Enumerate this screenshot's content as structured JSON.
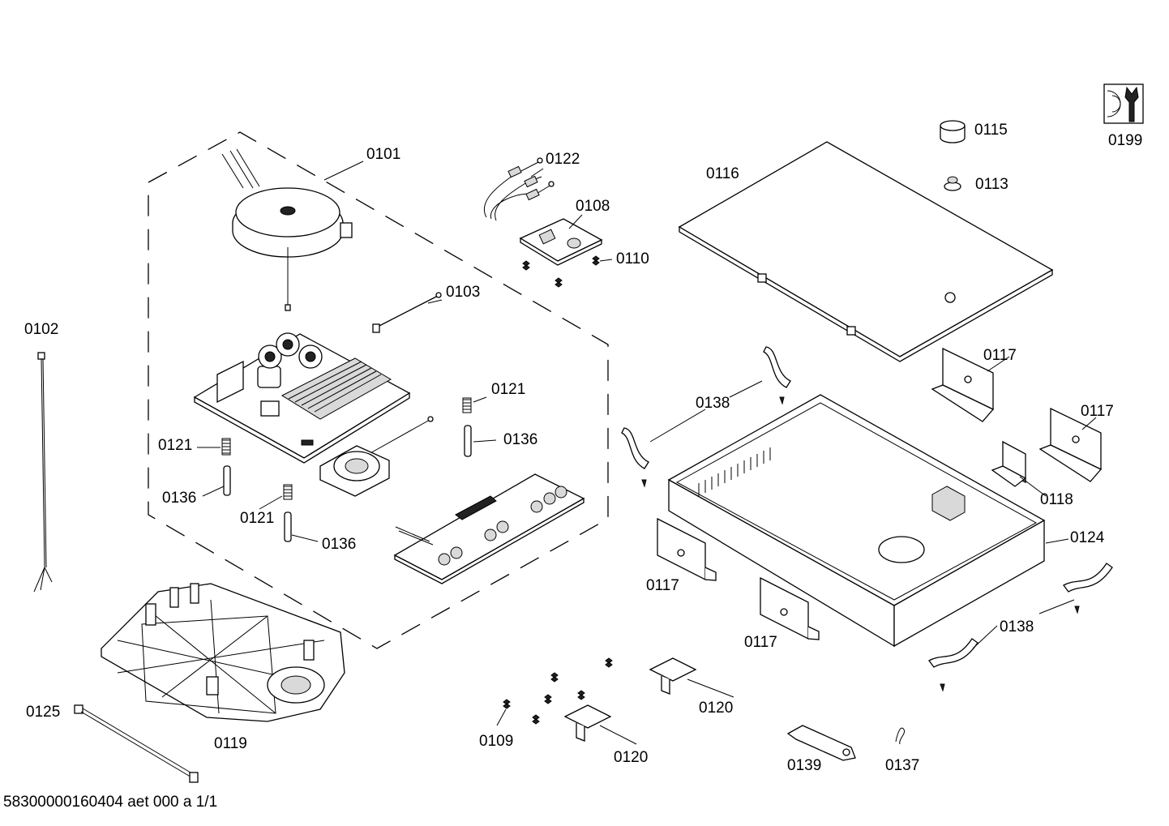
{
  "labels": {
    "p0101": "0101",
    "p0102": "0102",
    "p0103": "0103",
    "p0108": "0108",
    "p0109": "0109",
    "p0110": "0110",
    "p0113": "0113",
    "p0115": "0115",
    "p0116": "0116",
    "p0117a": "0117",
    "p0117b": "0117",
    "p0117c": "0117",
    "p0117d": "0117",
    "p0118": "0118",
    "p0119": "0119",
    "p0120a": "0120",
    "p0120b": "0120",
    "p0121a": "0121",
    "p0121b": "0121",
    "p0121c": "0121",
    "p0122": "0122",
    "p0124": "0124",
    "p0125": "0125",
    "p0136a": "0136",
    "p0136b": "0136",
    "p0136c": "0136",
    "p0137": "0137",
    "p0138a": "0138",
    "p0138b": "0138",
    "p0139": "0139",
    "p0199": "0199"
  },
  "footer": "58300000160404 aet 000 a 1/1",
  "icons": {
    "service": "wrench-icon"
  }
}
